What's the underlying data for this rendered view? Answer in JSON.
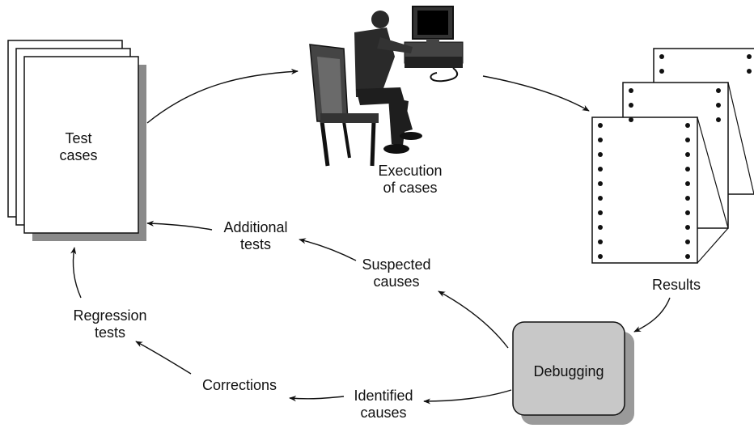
{
  "nodes": {
    "test_cases": {
      "line1": "Test",
      "line2": "cases"
    },
    "execution": {
      "line1": "Execution",
      "line2": "of cases"
    },
    "results": {
      "label": "Results"
    },
    "debugging": {
      "label": "Debugging"
    }
  },
  "edges": {
    "additional_tests": {
      "line1": "Additional",
      "line2": "tests"
    },
    "suspected_causes": {
      "line1": "Suspected",
      "line2": "causes"
    },
    "regression_tests": {
      "line1": "Regression",
      "line2": "tests"
    },
    "corrections": {
      "label": "Corrections"
    },
    "identified_causes": {
      "line1": "Identified",
      "line2": "causes"
    }
  },
  "colors": {
    "line": "#111111",
    "box_shadow": "#8a8a8a",
    "debug_fill": "#c8c8c8",
    "debug_shadow": "#9a9a9a"
  }
}
